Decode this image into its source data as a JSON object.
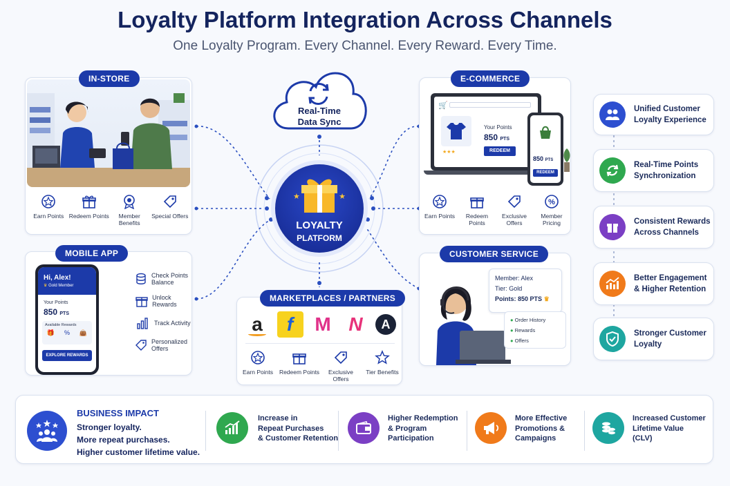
{
  "header": {
    "title": "Loyalty Platform Integration Across Channels",
    "subtitle": "One Loyalty Program. Every Channel. Every Reward. Every Time."
  },
  "center": {
    "sync_label_1": "Real-Time",
    "sync_label_2": "Data Sync",
    "hub_label_1": "LOYALTY",
    "hub_label_2": "PLATFORM"
  },
  "in_store": {
    "title": "IN-STORE",
    "items": [
      {
        "label": "Earn Points",
        "icon": "star-badge-icon"
      },
      {
        "label": "Redeem Points",
        "icon": "gift-icon"
      },
      {
        "label": "Member Benefits",
        "icon": "medal-icon"
      },
      {
        "label": "Special Offers",
        "icon": "tag-icon"
      }
    ]
  },
  "ecommerce": {
    "title": "E-COMMERCE",
    "laptop_points_label": "Your Points",
    "laptop_points_value": "850",
    "laptop_points_unit": "PTS",
    "laptop_redeem": "REDEEM",
    "phone_points_value": "850",
    "phone_points_unit": "PTS",
    "phone_redeem": "REDEEM",
    "items": [
      {
        "label": "Earn Points",
        "icon": "star-badge-icon"
      },
      {
        "label": "Redeem Points",
        "icon": "gift-icon"
      },
      {
        "label": "Exclusive Offers",
        "icon": "tag-icon"
      },
      {
        "label": "Member Pricing",
        "icon": "percent-icon"
      }
    ]
  },
  "mobile_app": {
    "title": "MOBILE APP",
    "greeting": "Hi, Alex!",
    "tier": "Gold Member",
    "points_label": "Your Points",
    "points_value": "850",
    "points_unit": "PTS",
    "rewards_label": "Available Rewards",
    "explore_button": "EXPLORE REWARDS",
    "items": [
      {
        "label": "Check Points Balance",
        "icon": "coins-icon"
      },
      {
        "label": "Unlock Rewards",
        "icon": "gift-icon"
      },
      {
        "label": "Track Activity",
        "icon": "bar-chart-icon"
      },
      {
        "label": "Personalized Offers",
        "icon": "tag-icon"
      }
    ]
  },
  "marketplaces": {
    "title": "MARKETPLACES / PARTNERS",
    "logos": [
      "a",
      "f",
      "M",
      "N",
      "A"
    ],
    "items": [
      {
        "label": "Earn Points",
        "icon": "star-badge-icon"
      },
      {
        "label": "Redeem Points",
        "icon": "gift-icon"
      },
      {
        "label": "Exclusive Offers",
        "icon": "tag-icon"
      },
      {
        "label": "Tier Benefits",
        "icon": "star-icon"
      }
    ]
  },
  "customer_service": {
    "title": "CUSTOMER SERVICE",
    "member_label": "Member:",
    "member_value": "Alex",
    "tier_label": "Tier:",
    "tier_value": "Gold",
    "points_label": "Points:",
    "points_value": "850 PTS",
    "checks": [
      "Order History",
      "Rewards",
      "Offers"
    ]
  },
  "benefits": [
    {
      "line1": "Unified Customer",
      "line2": "Loyalty Experience",
      "color": "#2d4fd0",
      "icon": "users-icon"
    },
    {
      "line1": "Real-Time Points",
      "line2": "Synchronization",
      "color": "#2fa84f",
      "icon": "sync-icon"
    },
    {
      "line1": "Consistent Rewards",
      "line2": "Across Channels",
      "color": "#7b3fc4",
      "icon": "gift-icon"
    },
    {
      "line1": "Better Engagement",
      "line2": "& Higher Retention",
      "color": "#f07a1a",
      "icon": "growth-chart-icon"
    },
    {
      "line1": "Stronger Customer",
      "line2": "Loyalty",
      "color": "#1ea6a0",
      "icon": "shield-check-icon"
    }
  ],
  "impact": {
    "title": "BUSINESS IMPACT",
    "lines": [
      "Stronger loyalty.",
      "More repeat purchases.",
      "Higher customer lifetime value."
    ],
    "items": [
      {
        "line1": "Increase in",
        "line2": "Repeat Purchases",
        "line3": "& Customer Retention",
        "color": "#2fa84f",
        "icon": "growth-chart-icon"
      },
      {
        "line1": "Higher Redemption",
        "line2": "& Program",
        "line3": "Participation",
        "color": "#7b3fc4",
        "icon": "wallet-icon"
      },
      {
        "line1": "More Effective",
        "line2": "Promotions &",
        "line3": "Campaigns",
        "color": "#f07a1a",
        "icon": "megaphone-icon"
      },
      {
        "line1": "Increased Customer",
        "line2": "Lifetime Value",
        "line3": "(CLV)",
        "color": "#1ea6a0",
        "icon": "coins-stack-icon"
      }
    ]
  },
  "colors": {
    "primary": "#1c3aa9",
    "navy": "#14245e",
    "connector": "#2a4fc0"
  }
}
